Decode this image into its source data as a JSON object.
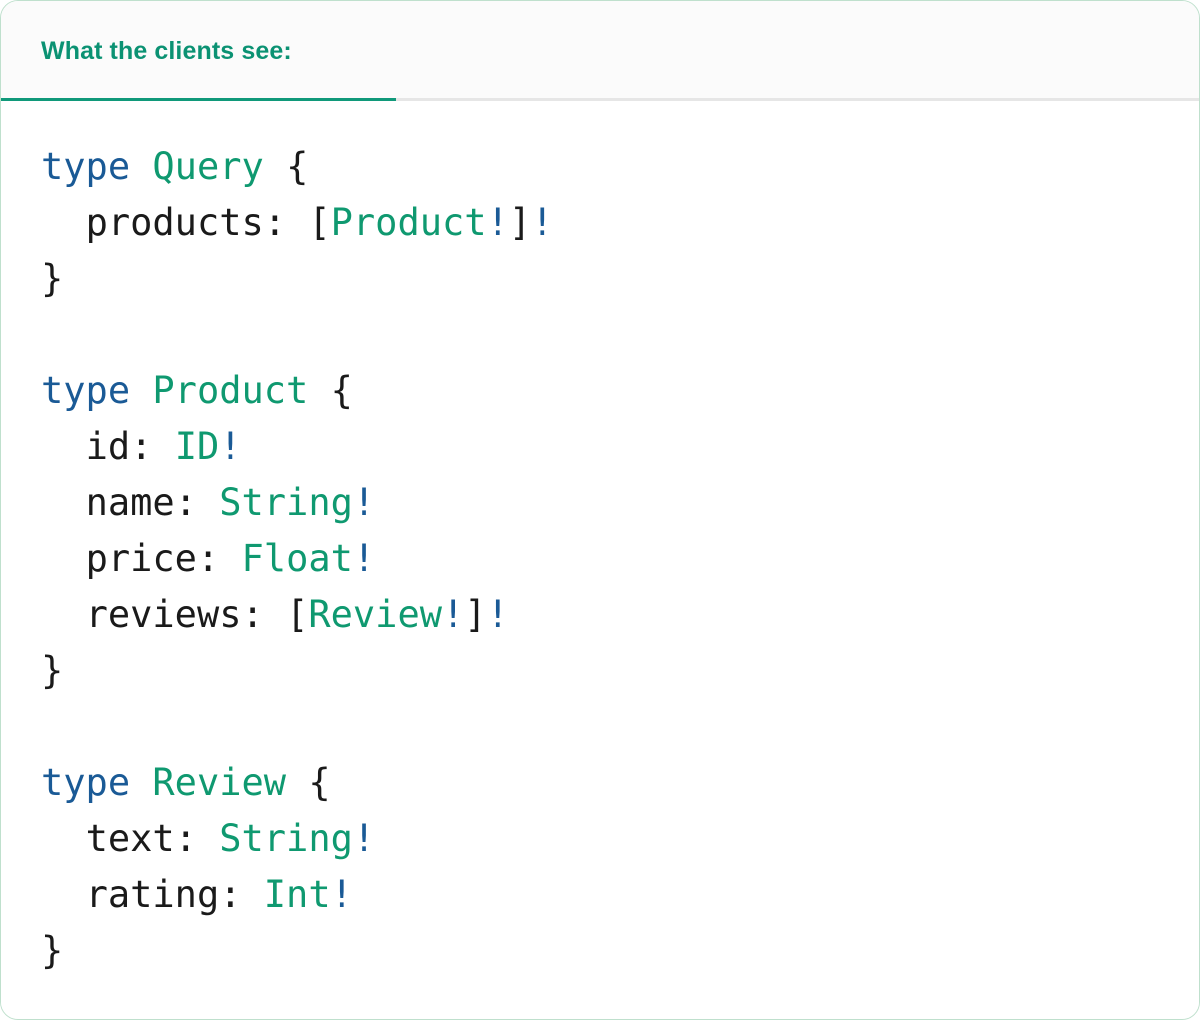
{
  "card": {
    "border_color": "#bfe0cd",
    "background": "#ffffff"
  },
  "header": {
    "background": "#fbfbfb",
    "tabs": [
      {
        "label": "What the clients see:",
        "active": true,
        "color": "#0b9273",
        "underline_color": "#10997a"
      }
    ],
    "rule_color": "#e6e6e6"
  },
  "code": {
    "language": "graphql",
    "colors": {
      "keyword": "#1a5a96",
      "type": "#0f9970",
      "field": "#1a1a1a",
      "punctuation": "#1a1a1a",
      "non_null_bang": "#1a5a96",
      "background": "#ffffff"
    },
    "raw_text": "type Query {\n  products: [Product!]!\n}\n\ntype Product {\n  id: ID!\n  name: String!\n  price: Float!\n  reviews: [Review!]!\n}\n\ntype Review {\n  text: String!\n  rating: Int!\n}",
    "lines": [
      {
        "tokens": [
          {
            "t": "type",
            "c": "kw"
          },
          {
            "t": " ",
            "c": "plain"
          },
          {
            "t": "Query",
            "c": "type"
          },
          {
            "t": " ",
            "c": "plain"
          },
          {
            "t": "{",
            "c": "punc"
          }
        ]
      },
      {
        "tokens": [
          {
            "t": "  ",
            "c": "plain"
          },
          {
            "t": "products",
            "c": "name"
          },
          {
            "t": ": ",
            "c": "punc"
          },
          {
            "t": "[",
            "c": "punc"
          },
          {
            "t": "Product",
            "c": "type"
          },
          {
            "t": "!",
            "c": "bang"
          },
          {
            "t": "]",
            "c": "punc"
          },
          {
            "t": "!",
            "c": "bang"
          }
        ]
      },
      {
        "tokens": [
          {
            "t": "}",
            "c": "punc"
          }
        ]
      },
      {
        "tokens": []
      },
      {
        "tokens": [
          {
            "t": "type",
            "c": "kw"
          },
          {
            "t": " ",
            "c": "plain"
          },
          {
            "t": "Product",
            "c": "type"
          },
          {
            "t": " ",
            "c": "plain"
          },
          {
            "t": "{",
            "c": "punc"
          }
        ]
      },
      {
        "tokens": [
          {
            "t": "  ",
            "c": "plain"
          },
          {
            "t": "id",
            "c": "name"
          },
          {
            "t": ": ",
            "c": "punc"
          },
          {
            "t": "ID",
            "c": "type"
          },
          {
            "t": "!",
            "c": "bang"
          }
        ]
      },
      {
        "tokens": [
          {
            "t": "  ",
            "c": "plain"
          },
          {
            "t": "name",
            "c": "name"
          },
          {
            "t": ": ",
            "c": "punc"
          },
          {
            "t": "String",
            "c": "type"
          },
          {
            "t": "!",
            "c": "bang"
          }
        ]
      },
      {
        "tokens": [
          {
            "t": "  ",
            "c": "plain"
          },
          {
            "t": "price",
            "c": "name"
          },
          {
            "t": ": ",
            "c": "punc"
          },
          {
            "t": "Float",
            "c": "type"
          },
          {
            "t": "!",
            "c": "bang"
          }
        ]
      },
      {
        "tokens": [
          {
            "t": "  ",
            "c": "plain"
          },
          {
            "t": "reviews",
            "c": "name"
          },
          {
            "t": ": ",
            "c": "punc"
          },
          {
            "t": "[",
            "c": "punc"
          },
          {
            "t": "Review",
            "c": "type"
          },
          {
            "t": "!",
            "c": "bang"
          },
          {
            "t": "]",
            "c": "punc"
          },
          {
            "t": "!",
            "c": "bang"
          }
        ]
      },
      {
        "tokens": [
          {
            "t": "}",
            "c": "punc"
          }
        ]
      },
      {
        "tokens": []
      },
      {
        "tokens": [
          {
            "t": "type",
            "c": "kw"
          },
          {
            "t": " ",
            "c": "plain"
          },
          {
            "t": "Review",
            "c": "type"
          },
          {
            "t": " ",
            "c": "plain"
          },
          {
            "t": "{",
            "c": "punc"
          }
        ]
      },
      {
        "tokens": [
          {
            "t": "  ",
            "c": "plain"
          },
          {
            "t": "text",
            "c": "name"
          },
          {
            "t": ": ",
            "c": "punc"
          },
          {
            "t": "String",
            "c": "type"
          },
          {
            "t": "!",
            "c": "bang"
          }
        ]
      },
      {
        "tokens": [
          {
            "t": "  ",
            "c": "plain"
          },
          {
            "t": "rating",
            "c": "name"
          },
          {
            "t": ": ",
            "c": "punc"
          },
          {
            "t": "Int",
            "c": "type"
          },
          {
            "t": "!",
            "c": "bang"
          }
        ]
      },
      {
        "tokens": [
          {
            "t": "}",
            "c": "punc"
          }
        ]
      }
    ]
  }
}
